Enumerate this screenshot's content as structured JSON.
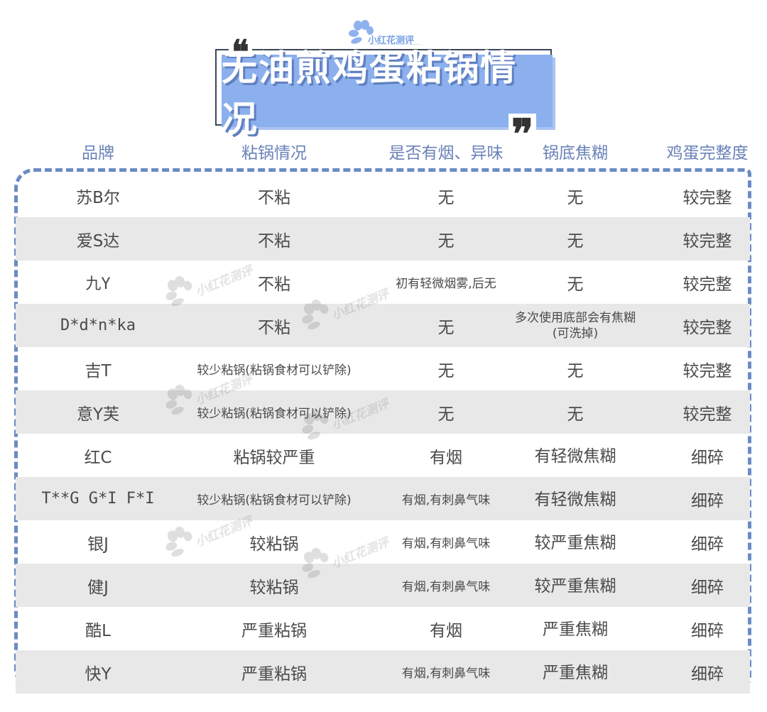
{
  "logo": {
    "text": "小红花测评"
  },
  "title": {
    "text": "无油煎鸡蛋粘锅情况",
    "quote_open": "❝",
    "quote_close": "❞"
  },
  "columns": [
    "品牌",
    "粘锅情况",
    "是否有烟、异味",
    "锅底焦糊",
    "鸡蛋完整度"
  ],
  "rows": [
    {
      "brand": "苏B尔",
      "stick": "不粘",
      "smoke": "无",
      "burnt": "无",
      "egg": "较完整"
    },
    {
      "brand": "爱S达",
      "stick": "不粘",
      "smoke": "无",
      "burnt": "无",
      "egg": "较完整"
    },
    {
      "brand": "九Y",
      "stick": "不粘",
      "smoke": "初有轻微烟雾,后无",
      "burnt": "无",
      "egg": "较完整"
    },
    {
      "brand": "D*d*n*ka",
      "stick": "不粘",
      "smoke": "无",
      "burnt_line1": "多次使用底部会有焦糊",
      "burnt_line2": "(可洗掉)",
      "egg": "较完整"
    },
    {
      "brand": "吉T",
      "stick": "较少粘锅(粘锅食材可以铲除)",
      "smoke": "无",
      "burnt": "无",
      "egg": "较完整"
    },
    {
      "brand": "意Y芙",
      "stick": "较少粘锅(粘锅食材可以铲除)",
      "smoke": "无",
      "burnt": "无",
      "egg": "较完整"
    },
    {
      "brand": "红C",
      "stick": "粘锅较严重",
      "smoke": "有烟",
      "burnt": "有轻微焦糊",
      "egg": "细碎"
    },
    {
      "brand": "T**G G*I F*I",
      "stick": "较少粘锅(粘锅食材可以铲除)",
      "smoke": "有烟,有刺鼻气味",
      "burnt": "有轻微焦糊",
      "egg": "细碎"
    },
    {
      "brand": "银J",
      "stick": "较粘锅",
      "smoke": "有烟,有刺鼻气味",
      "burnt": "较严重焦糊",
      "egg": "细碎"
    },
    {
      "brand": "健J",
      "stick": "较粘锅",
      "smoke": "有烟,有刺鼻气味",
      "burnt": "较严重焦糊",
      "egg": "细碎"
    },
    {
      "brand": "酷L",
      "stick": "严重粘锅",
      "smoke": "有烟",
      "burnt": "严重焦糊",
      "egg": "细碎"
    },
    {
      "brand": "快Y",
      "stick": "严重粘锅",
      "smoke": "有烟,有刺鼻气味",
      "burnt": "严重焦糊",
      "egg": "细碎"
    }
  ],
  "watermark": {
    "text": "小红花测评"
  },
  "colors": {
    "accent": "#8cb0ee",
    "dash": "#6b8bc4",
    "header_text": "#6a82b8",
    "alt_row": "#e8e8e8"
  }
}
